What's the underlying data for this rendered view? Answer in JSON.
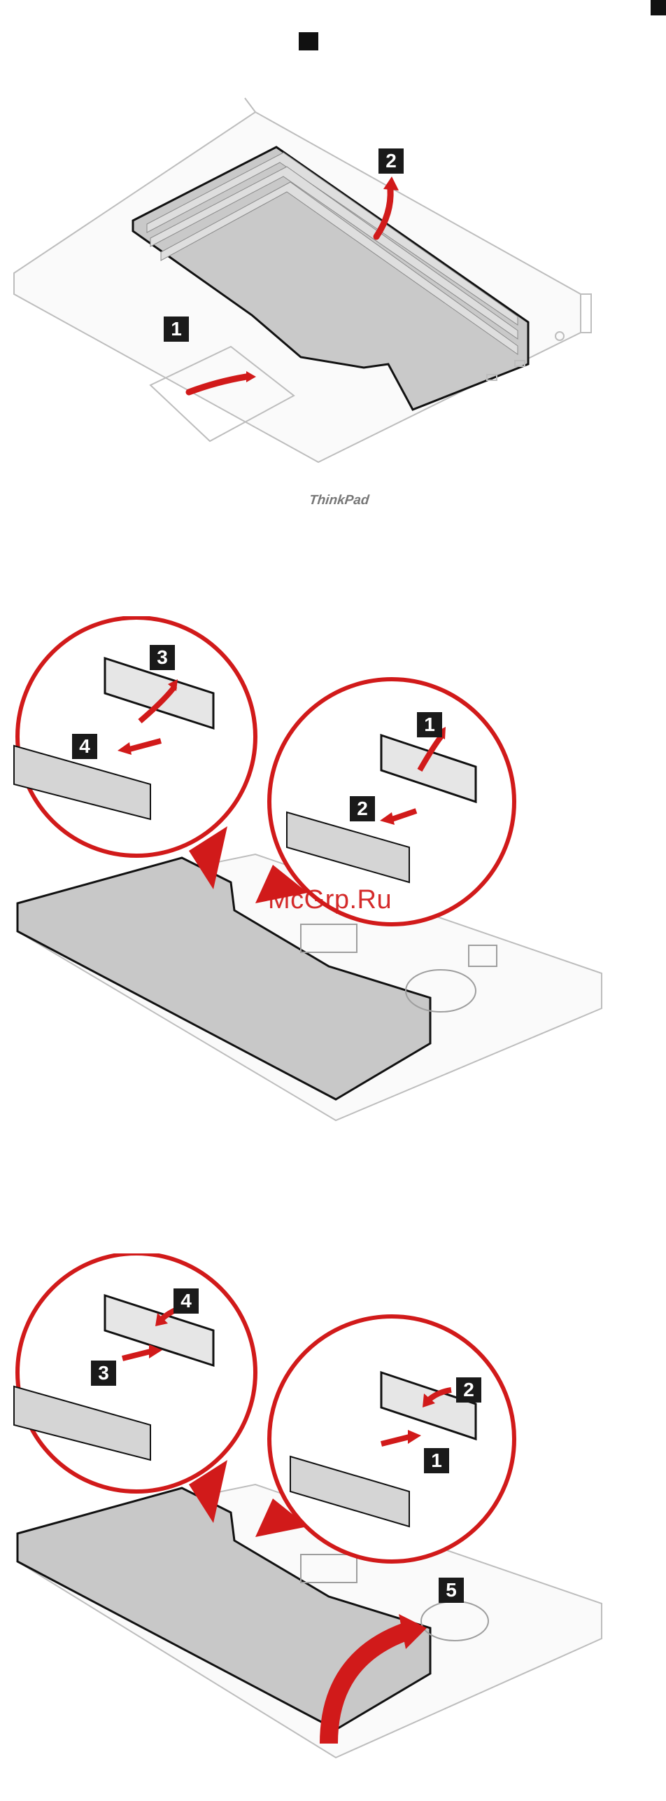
{
  "figure1": {
    "steps": [
      "1",
      "2"
    ],
    "brand_text": "ThinkPad"
  },
  "figure2": {
    "steps": [
      "1",
      "2",
      "3",
      "4"
    ]
  },
  "figure3": {
    "steps": [
      "1",
      "2",
      "3",
      "4",
      "5"
    ]
  },
  "watermark": "McGrp.Ru",
  "colors": {
    "accent_red": "#d11a1a",
    "badge_bg": "#1a1a1a",
    "outline": "#bdbdbd"
  }
}
